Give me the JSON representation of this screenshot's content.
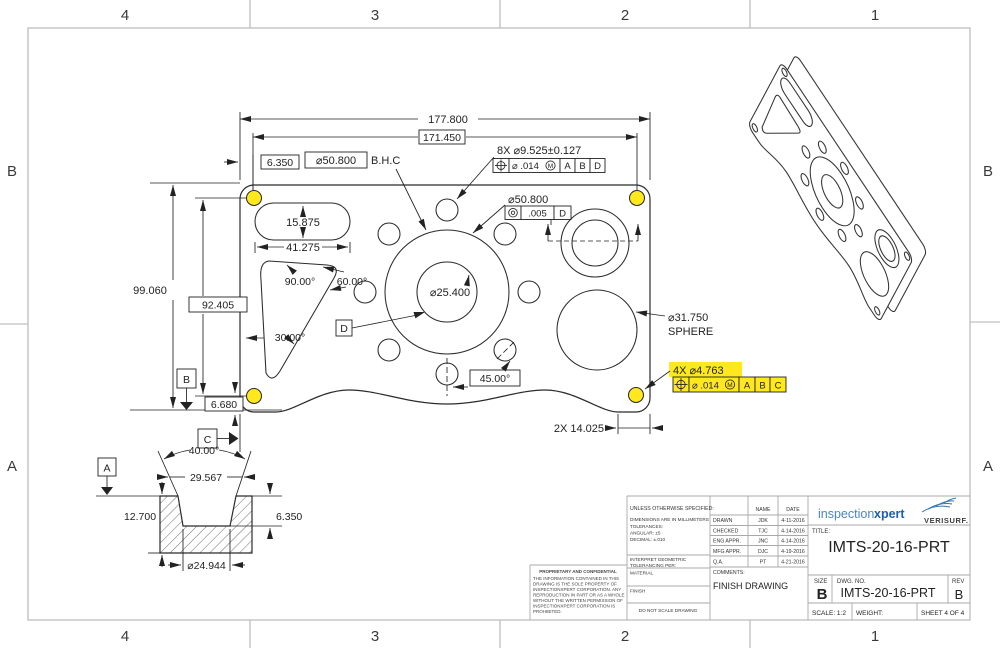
{
  "sheet": {
    "zones_top": [
      "4",
      "3",
      "2",
      "1"
    ],
    "zones_bottom": [
      "4",
      "3",
      "2",
      "1"
    ],
    "zones_left": [
      "B",
      "A"
    ],
    "zones_right": [
      "B",
      "A"
    ]
  },
  "colors": {
    "highlight": "#ffe81e",
    "logo_blue": "#2e74b6",
    "line": "#222222"
  },
  "main_view": {
    "dim_overall_width": "177.800",
    "dim_hole_span_h": "171.450",
    "dim_edge_offset": "6.350",
    "dim_bhc": "⌀50.800",
    "bhc_suffix": "B.H.C",
    "callout_8x": "8X ⌀9.525±0.127",
    "fcf_8x": {
      "tol": "⌀ .014",
      "modifier": "M",
      "datum1": "A",
      "datum2": "B",
      "datum3": "D"
    },
    "callout_cbore": "⌀50.800",
    "fcf_cbore": {
      "tol": ".005",
      "datum1": "D"
    },
    "dim_height": "99.060",
    "dim_hole_span_v": "92.405",
    "dim_bottom_offset": "6.680",
    "dim_slot_height": "15.875",
    "dim_slot_width": "41.275",
    "ang_90": "90.00°",
    "ang_60": "60.00°",
    "ang_30": "30.00°",
    "ang_45": "45.00°",
    "dim_center_hole": "⌀25.400",
    "callout_sphere_d": "⌀31.750",
    "callout_sphere_label": "SPHERE",
    "callout_4x": "4X ⌀4.763",
    "fcf_4x": {
      "tol": "⌀ .014",
      "modifier": "M",
      "datum1": "A",
      "datum2": "B",
      "datum3": "C"
    },
    "dim_tab": "2X 14.025",
    "datum_a": "A",
    "datum_b": "B",
    "datum_c": "C",
    "datum_d": "D"
  },
  "section_view": {
    "ang_taper": "40.00°",
    "dim_top_width": "29.567",
    "dim_thickness": "12.700",
    "dim_pocket_depth": "6.350",
    "dim_pocket_dia": "⌀24.944",
    "datum_a": "A"
  },
  "title_block": {
    "tolerances": {
      "header": "UNLESS OTHERWISE SPECIFIED:",
      "line1": "DIMENSIONS ARE IN MILLIMETERS",
      "line2": "TOLERANCES:",
      "line3": "ANGULAR: ±5",
      "line4": "DECIMAL: ±.010",
      "interpret1": "INTERPRET GEOMETRIC",
      "interpret2": "TOLERANCING PER:",
      "material": "MATERIAL",
      "finish": "FINISH",
      "no_scale": "DO NOT SCALE DRAWING"
    },
    "approvals": {
      "col_name": "NAME",
      "col_date": "DATE",
      "rows": [
        {
          "label": "DRAWN",
          "name": "JDK",
          "date": "4-11-2016"
        },
        {
          "label": "CHECKED",
          "name": "TJC",
          "date": "4-14-2016"
        },
        {
          "label": "ENG APPR.",
          "name": "JNC",
          "date": "4-14-2016"
        },
        {
          "label": "MFG APPR.",
          "name": "DJC",
          "date": "4-19-2016"
        },
        {
          "label": "Q.A.",
          "name": "PT",
          "date": "4-21-2016"
        }
      ],
      "comments_label": "COMMENTS:",
      "comments_value": "FINISH DRAWING"
    },
    "proprietary": {
      "header": "PROPRIETARY AND CONFIDENTIAL",
      "body": [
        "THE INFORMATION CONTAINED IN THIS",
        "DRAWING IS THE SOLE PROPERTY OF",
        "INSPECTIONXPERT CORPORATION.  ANY",
        "REPRODUCTION IN PART OR AS A WHOLE",
        "WITHOUT THE WRITTEN PERMISSION OF",
        "INSPECTIONXPERT CORPORATION IS",
        "PROHIBITED."
      ]
    },
    "logo_inspection": "inspection",
    "logo_xpert": "xpert",
    "logo_verisurf": "VERISURF.",
    "title_label": "TITLE:",
    "title_value": "IMTS-20-16-PRT",
    "size_label": "SIZE",
    "size_value": "B",
    "dwg_label": "DWG.  NO.",
    "dwg_value": "IMTS-20-16-PRT",
    "rev_label": "REV",
    "rev_value": "B",
    "scale": "SCALE: 1:2",
    "weight": "WEIGHT:",
    "sheet": "SHEET 4 OF 4"
  }
}
